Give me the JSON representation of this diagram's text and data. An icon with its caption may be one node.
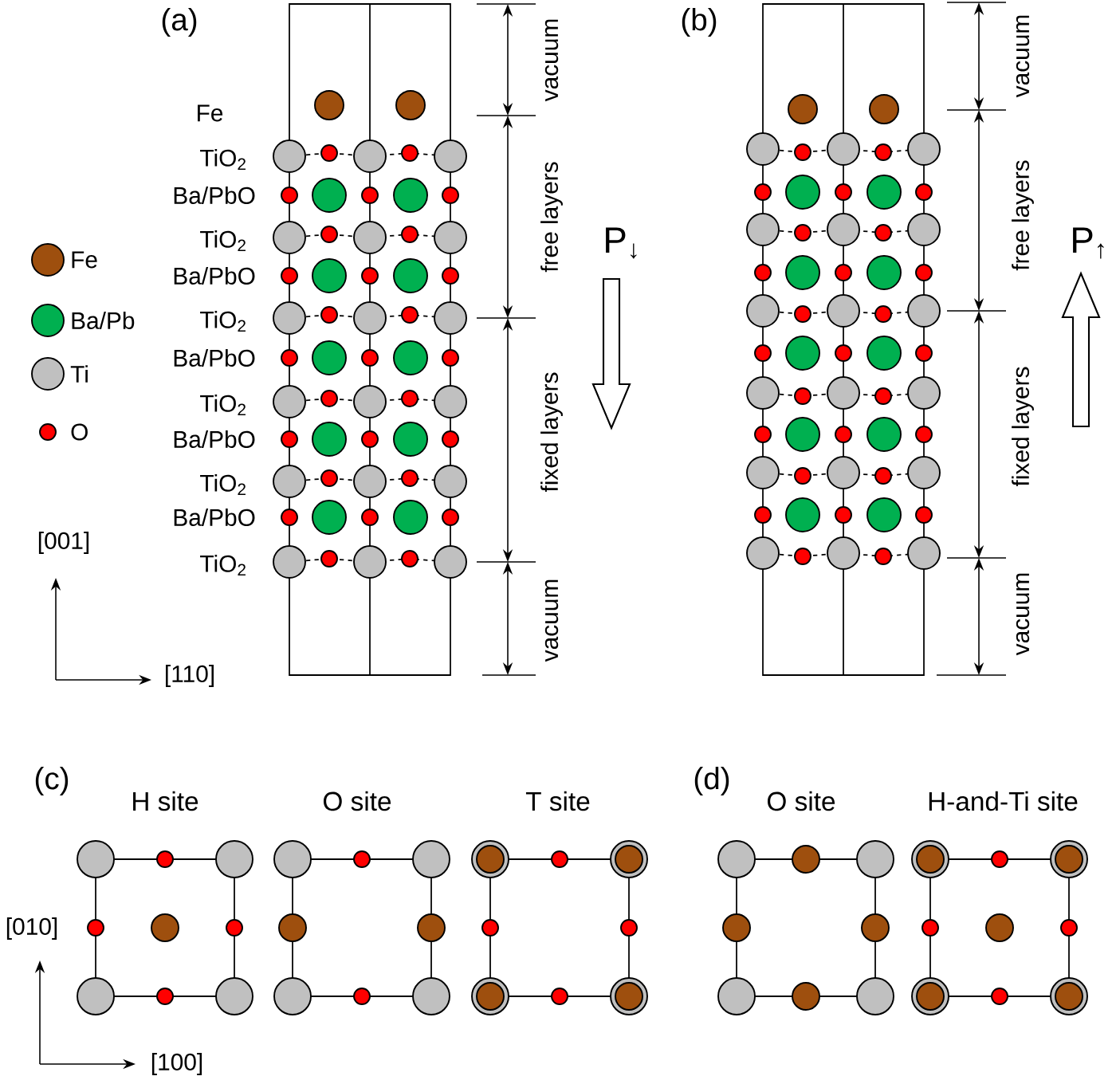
{
  "diagram": {
    "labels": [
      "(a)",
      "(b)",
      "Fe",
      "TiO$_{2}$",
      "Ba/PbO",
      "TiO$_{2}$",
      "Ba/PbO",
      "TiO$_{2}$",
      "Ba/PbO",
      "TiO$_{2}$",
      "Ba/PbO",
      "TiO$_{2}$",
      "Ba/PbO",
      "TiO$_{2}$",
      "vacuum",
      "free layers",
      "fixed layers",
      "vacuum",
      "P$_{↓}$",
      "vacuum",
      "free layers",
      "fixed layers",
      "vacuum",
      "P$_{↑}$",
      "[001]",
      "[110]",
      "(c)",
      "H site",
      "O site",
      "T site",
      "(d)",
      "O site",
      "H-and-Ti site",
      "[010]",
      "[100]"
    ],
    "legend": [
      {
        "text": "Fe",
        "color": "#9e4f0e"
      },
      {
        "text": "Ba/Pb",
        "color": "#00b050"
      },
      {
        "text": "Ti",
        "color": "#c0c0c0"
      },
      {
        "text": "O",
        "color": "#ff0000"
      }
    ]
  }
}
